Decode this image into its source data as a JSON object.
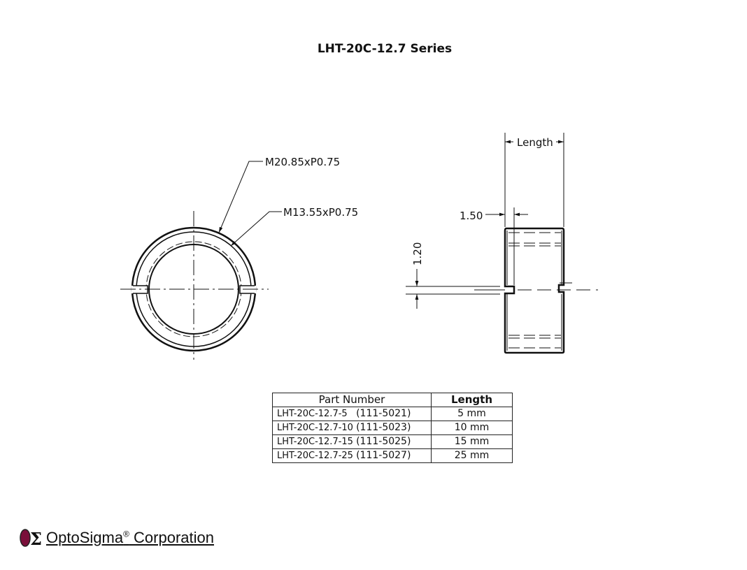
{
  "title": "LHT-20C-12.7 Series",
  "labels": {
    "outer_thread": "M20.85xP0.75",
    "inner_thread": "M13.55xP0.75",
    "length": "Length",
    "slot_depth": "1.50",
    "slot_width": "1.20"
  },
  "table": {
    "headers": [
      "Part Number",
      "Length"
    ],
    "rows": [
      {
        "part": "LHT-20C-12.7-5",
        "code": "(111-5021)",
        "length": "5 mm"
      },
      {
        "part": "LHT-20C-12.7-10",
        "code": "(111-5023)",
        "length": "10 mm"
      },
      {
        "part": "LHT-20C-12.7-15",
        "code": "(111-5025)",
        "length": "15 mm"
      },
      {
        "part": "LHT-20C-12.7-25",
        "code": "(111-5027)",
        "length": "25 mm"
      }
    ]
  },
  "logo": {
    "symbol": "OΣ",
    "name": "OptoSigma",
    "reg": "®",
    "suffix": " Corporation",
    "color": "#7a0f3a"
  }
}
